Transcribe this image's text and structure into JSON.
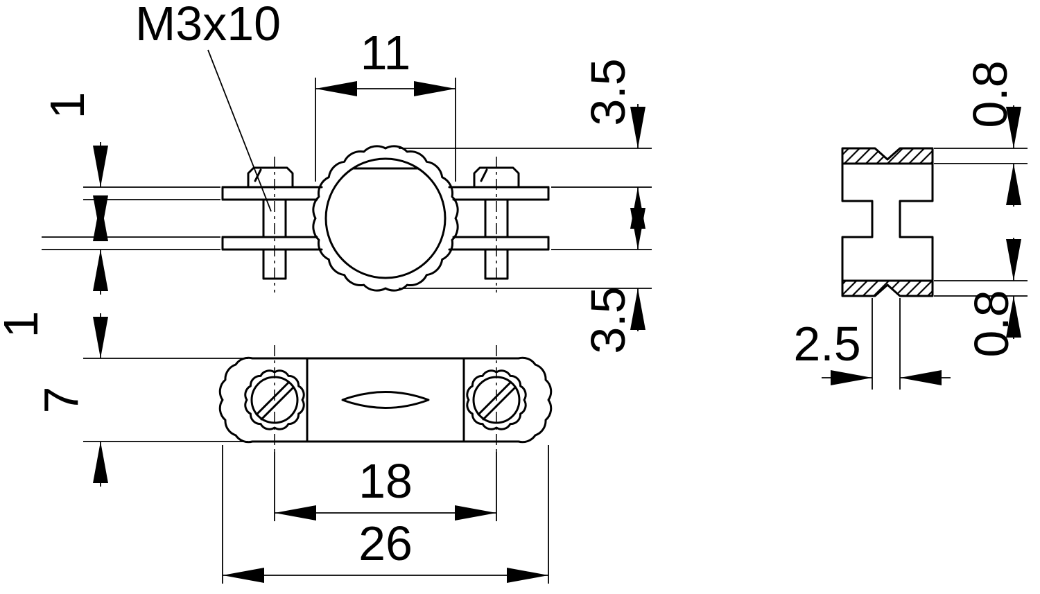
{
  "drawing": {
    "type": "technical-dimension-drawing",
    "background_color": "#ffffff",
    "line_color": "#000000",
    "labels": {
      "screw_spec": "M3x10"
    },
    "front_view": {
      "outer_diameter": "11",
      "offset_top": "3.5",
      "offset_bottom": "3.5",
      "strap_thickness_upper": "1",
      "strap_thickness_lower": "1"
    },
    "top_view": {
      "body_width": "7",
      "screw_spacing": "18",
      "overall_length": "26"
    },
    "side_view": {
      "lip_thickness_top": "0.8",
      "lip_thickness_bottom": "0.8",
      "web_width": "2.5"
    }
  }
}
